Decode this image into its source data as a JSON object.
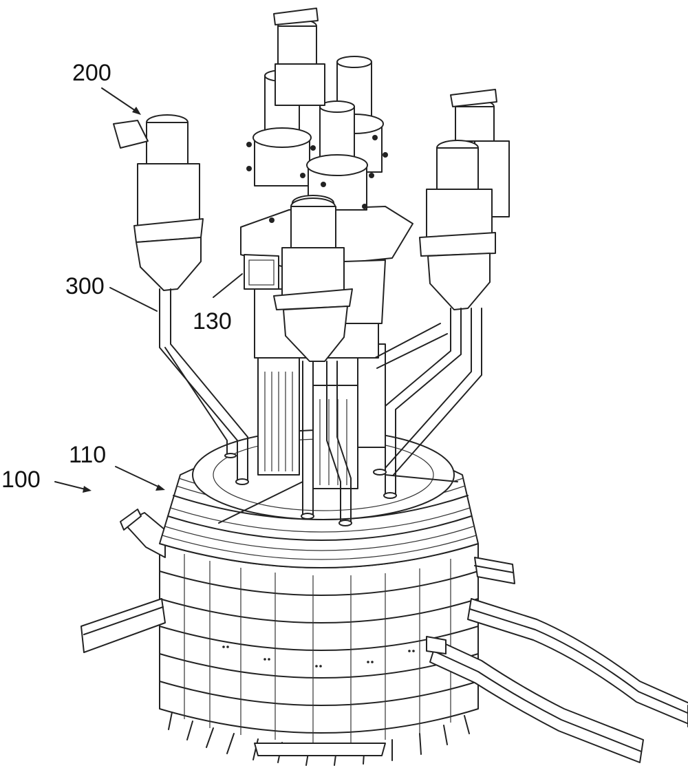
{
  "labels": {
    "l200": "200",
    "l300": "300",
    "l130": "130",
    "l110": "110",
    "l100": "100"
  },
  "colors": {
    "line": "#222222",
    "background": "#ffffff"
  }
}
